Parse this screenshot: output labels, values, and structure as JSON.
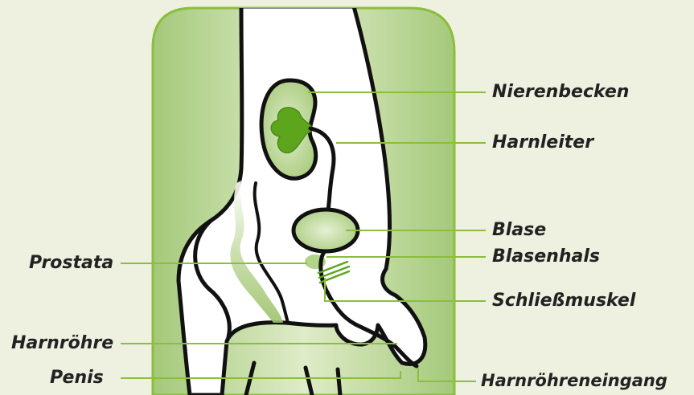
{
  "labels": {
    "nierenbecken": "Nierenbecken",
    "harnleiter": "Harnleiter",
    "blase": "Blase",
    "blasenhals": "Blasenhals",
    "schliessmuskel": "Schließmuskel",
    "harnroehreneingang": "Harnröhreneingang",
    "prostata": "Prostata",
    "harnroehre": "Harnröhre",
    "penis": "Penis"
  },
  "colors": {
    "background": "#eef1df",
    "panel_green": "#a9cc7e",
    "panel_border": "#8cbd3c",
    "organ_fill": "#c9dfa6",
    "dark_green": "#5ea51e",
    "outline": "#111111",
    "leader_line": "#8cbd3c",
    "label_text": "#222222"
  }
}
